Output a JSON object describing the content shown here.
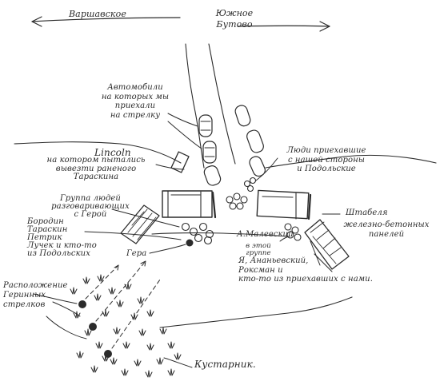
{
  "labels": {
    "varshavka": "Варшавское",
    "yuzhnoe_butovo": "Южное\nБутово",
    "avtomobili": "Автомобили\nна которых мы\nприехали\nна стрелку",
    "lincoln": "Lincoln",
    "lincoln_desc": "на котором пытались\nвывезти раненого\nТараскина",
    "gruppa_lyudey": "Группа людей\nразговаривающих\nс Герой",
    "borodin": "Бородин\nТараскин\nПетрик\nЛучек и кто-то\nиз Подольских",
    "gera": "Гера",
    "lyudi_priekhavshie": "Люди приехавшие\nс нашей стороны\nи Подольские",
    "shtabelya": "Штабеля",
    "zhelezobeton": "железно-бетонных\nпанелей",
    "malevskiy": "А.Малевский",
    "v_etoy_gruppe": "в этой\nгруппе",
    "ya_ananievskiy": "Я, Ананьевский,\nРоксман и\nкто-то из приехавших с нами.",
    "raspolozhenie": "Расположение\nГеринных\nстрелков",
    "kustarnik": "Кустарник."
  }
}
